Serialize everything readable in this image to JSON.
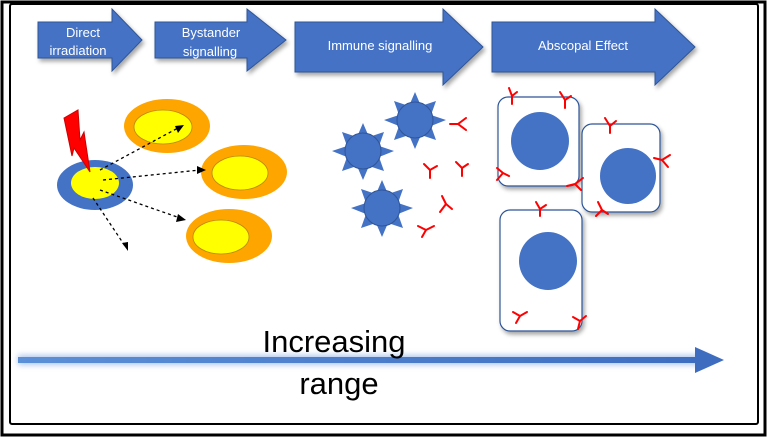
{
  "stages": [
    {
      "label_line1": "Direct",
      "label_line2": "irradiation"
    },
    {
      "label_line1": "Bystander",
      "label_line2": "signalling"
    },
    {
      "label": "Immune signalling"
    },
    {
      "label": "Abscopal Effect"
    }
  ],
  "range_label": {
    "line1": "Increasing",
    "line2": "range"
  },
  "colors": {
    "arrow_blue": "#4472C4",
    "arrow_edge": "#2F5597",
    "cell_blue": "#4472C4",
    "cell_yellow": "#FFFF00",
    "cell_orange": "#FFA500",
    "antibody_red": "#FF0000",
    "bolt_red": "#FF0000",
    "frame_black": "#000000"
  },
  "icons": {
    "lightning": "lightning-bolt-icon",
    "irradiated_cell": "irradiated-cell-icon",
    "bystander_cell": "bystander-cell-icon",
    "immune_cell": "immune-cell-icon",
    "antibody": "antibody-icon",
    "tumour_cell": "tumour-cell-icon"
  }
}
